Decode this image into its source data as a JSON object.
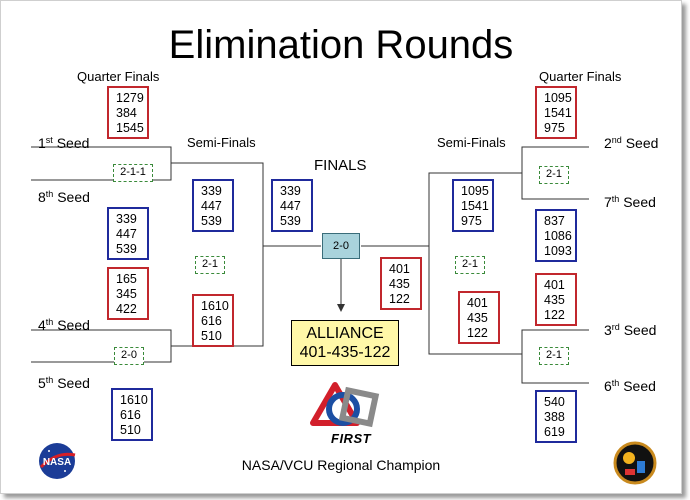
{
  "title": "Elimination Rounds",
  "left": {
    "quarter_label": "Quarter Finals",
    "semi_label": "Semi-Finals",
    "seeds": {
      "s1": {
        "num": "1",
        "sup": "st",
        "word": "Seed"
      },
      "s8": {
        "num": "8",
        "sup": "th",
        "word": "Seed"
      },
      "s4": {
        "num": "4",
        "sup": "th",
        "word": "Seed"
      },
      "s5": {
        "num": "5",
        "sup": "th",
        "word": "Seed"
      }
    },
    "qf": [
      [
        "1279",
        "384",
        "1545"
      ],
      [
        "339",
        "447",
        "539"
      ],
      [
        "165",
        "345",
        "422"
      ],
      [
        "1610",
        "616",
        "510"
      ]
    ],
    "qf_scores": [
      "2-1-1",
      "2-0"
    ],
    "sf": [
      [
        "339",
        "447",
        "539"
      ],
      [
        "1610",
        "616",
        "510"
      ]
    ],
    "sf_score": "2-1"
  },
  "right": {
    "quarter_label": "Quarter Finals",
    "semi_label": "Semi-Finals",
    "seeds": {
      "s2": {
        "num": "2",
        "sup": "nd",
        "word": "Seed"
      },
      "s7": {
        "num": "7",
        "sup": "th",
        "word": "Seed"
      },
      "s3": {
        "num": "3",
        "sup": "rd",
        "word": "Seed"
      },
      "s6": {
        "num": "6",
        "sup": "th",
        "word": "Seed"
      }
    },
    "qf": [
      [
        "1095",
        "1541",
        "975"
      ],
      [
        "837",
        "1086",
        "1093"
      ],
      [
        "401",
        "435",
        "122"
      ],
      [
        "540",
        "388",
        "619"
      ]
    ],
    "qf_scores": [
      "2-1",
      "2-1"
    ],
    "sf": [
      [
        "1095",
        "1541",
        "975"
      ],
      [
        "401",
        "435",
        "122"
      ]
    ],
    "sf_score": "2-1"
  },
  "finals": {
    "label": "FINALS",
    "left_alliance": [
      "339",
      "447",
      "539"
    ],
    "right_alliance": [
      "401",
      "435",
      "122"
    ],
    "score": "2-0",
    "winner_label": "ALLIANCE",
    "winner_teams": "401-435-122"
  },
  "logos": {
    "first_wordmark": "FIRST",
    "nasa_text": "NASA"
  },
  "footer": "NASA/VCU Regional Champion",
  "colors": {
    "red_border": "#c1272d",
    "blue_border": "#1f2a9c",
    "score_border": "#3a8a3a",
    "finals_score_fill": "#a9d3dc",
    "alliance_fill": "#fff8a8"
  }
}
